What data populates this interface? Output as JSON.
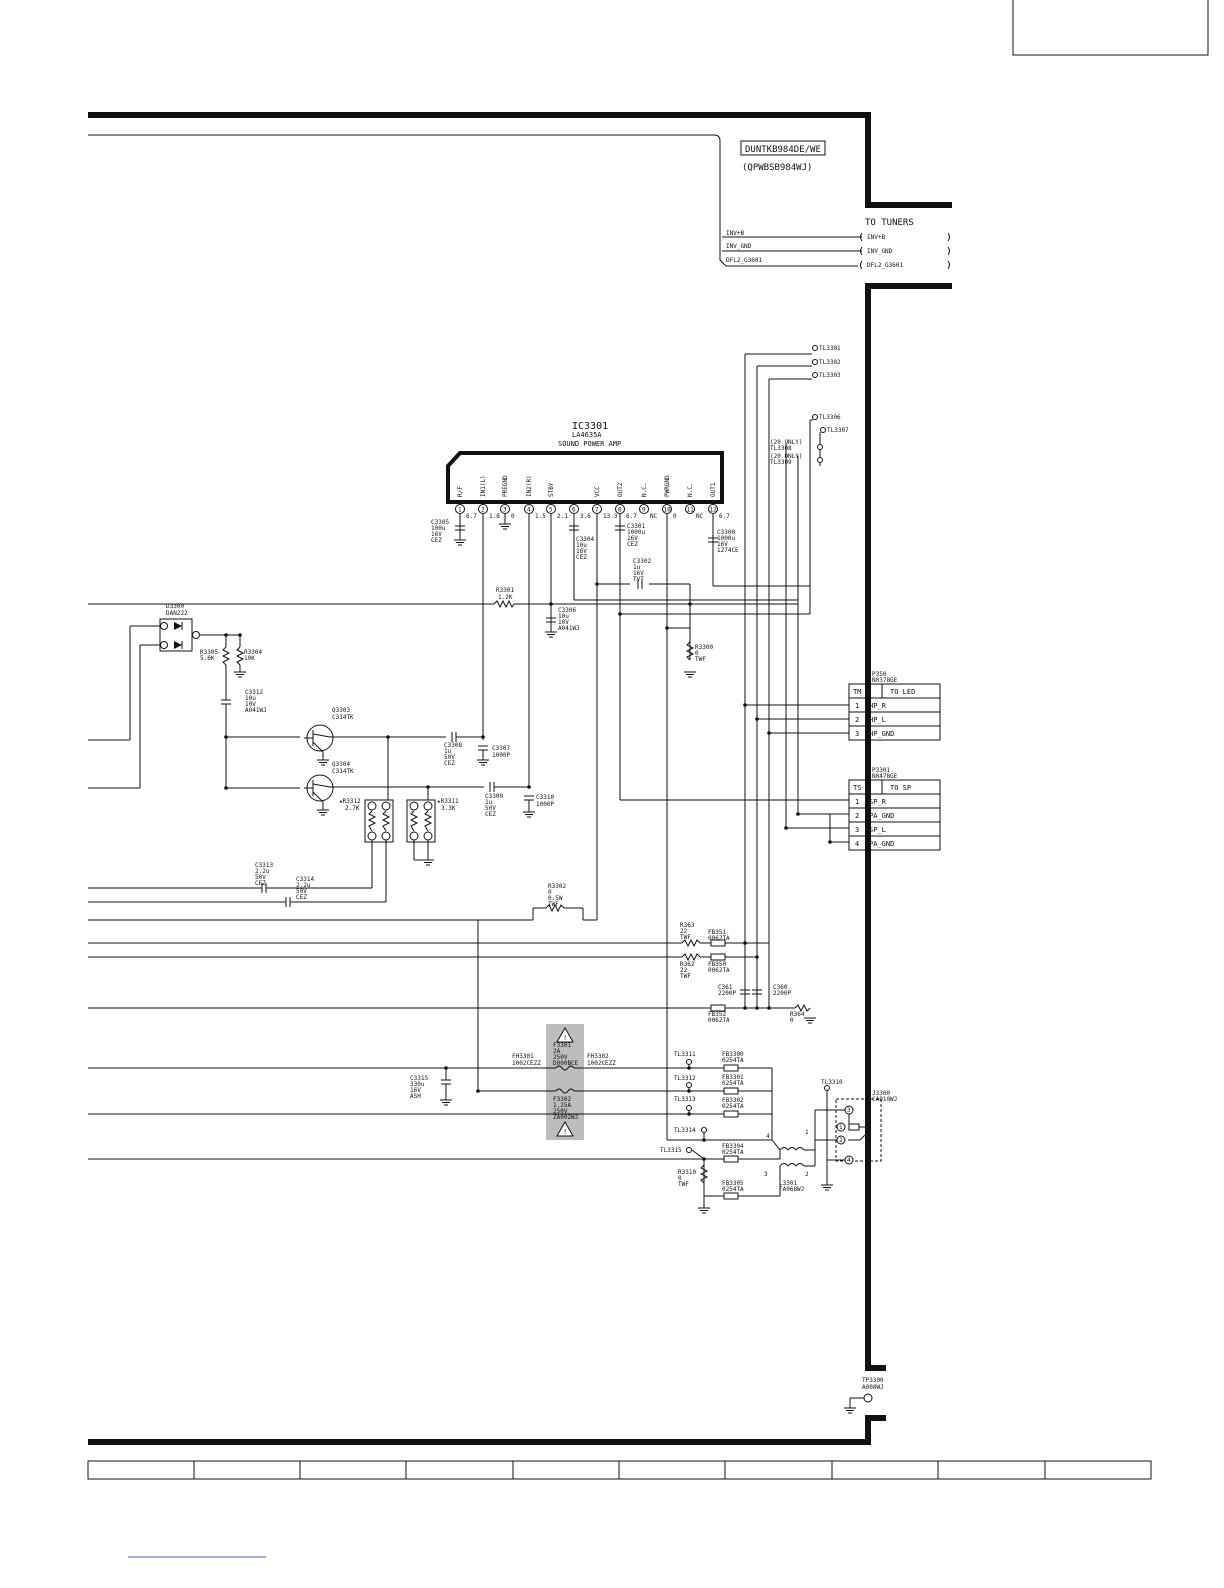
{
  "model_box": "DUNTKB984DE/WE",
  "board_code": "(QPWBSB984WJ)",
  "tuner_connector": {
    "title": "TO TUNERS",
    "signals": [
      "INV+B",
      "INV_GND",
      "DFL2_G3601"
    ]
  },
  "ic": {
    "ref": "IC3301",
    "part": "LA4635A",
    "desc": "SOUND POWER AMP",
    "pins": [
      {
        "num": "1",
        "name": "R/F",
        "v": "6.7"
      },
      {
        "num": "2",
        "name": "IN1(L)",
        "v": "1.8"
      },
      {
        "num": "3",
        "name": "PREGND",
        "v": "0"
      },
      {
        "num": "4",
        "name": "IN2(R)",
        "v": "1.5"
      },
      {
        "num": "5",
        "name": "STBY",
        "v": "2.1"
      },
      {
        "num": "6",
        "name": "",
        "v": "3.6"
      },
      {
        "num": "7",
        "name": "VCC",
        "v": "13.3"
      },
      {
        "num": "8",
        "name": "OUT2",
        "v": "6.7"
      },
      {
        "num": "9",
        "name": "N.C.",
        "v": "NC"
      },
      {
        "num": "10",
        "name": "PWRGND",
        "v": "0"
      },
      {
        "num": "11",
        "name": "N.C.",
        "v": "NC"
      },
      {
        "num": "12",
        "name": "OUT1",
        "v": "6.7"
      }
    ]
  },
  "test_points": [
    "TL3301",
    "TL3302",
    "TL3303",
    "TL3306",
    "TL3307",
    "TL3308",
    "TL3309",
    "TL3310",
    "TL3311",
    "TL3312",
    "TL3313",
    "TL3314",
    "TL3315"
  ],
  "dg_only_labels": [
    "(20 ONLY)",
    "(20 ONLY)"
  ],
  "components": {
    "c3305": [
      "C3305",
      "100u",
      "16V",
      "CEZ"
    ],
    "c3304": [
      "C3304",
      "10u",
      "16V",
      "CEZ"
    ],
    "c3301": [
      "C3301",
      "1000u",
      "16V",
      "CEZ"
    ],
    "c3300": [
      "C3300",
      "1000u",
      "16V",
      "1274CE"
    ],
    "c3302": [
      "C3302",
      "1u",
      "16V",
      "TVT"
    ],
    "r3301": [
      "R3301",
      "1.2K"
    ],
    "c3306": [
      "C3306",
      "10u",
      "10V",
      "A041WJ"
    ],
    "r3300": [
      "R3300",
      "0",
      "TWF"
    ],
    "d3300": [
      "D3300",
      "DAN222"
    ],
    "r3305": [
      "R3305",
      "5.6K"
    ],
    "r3304": [
      "R3304",
      "10K"
    ],
    "c3312": [
      "C3312",
      "10u",
      "10V",
      "A041WJ"
    ],
    "q3303": [
      "Q3303",
      "C314TK"
    ],
    "q3304": [
      "Q3304",
      "C314TK"
    ],
    "c3308": [
      "C3308",
      "1u",
      "50V",
      "CEZ"
    ],
    "c3307": [
      "C3307",
      "1000P"
    ],
    "c3309": [
      "C3309",
      "1u",
      "50V",
      "CEZ"
    ],
    "c3310": [
      "C3310",
      "1000P"
    ],
    "r3312": [
      "★R3312",
      "2.7K"
    ],
    "r3311": [
      "★R3311",
      "3.3K"
    ],
    "c3313": [
      "C3313",
      "2.2u",
      "50V",
      "CEZ"
    ],
    "c3314": [
      "C3314",
      "2.2u",
      "50V",
      "CEZ"
    ],
    "r3302": [
      "R3302",
      "0",
      "0.5W",
      "TWF"
    ],
    "r363": [
      "R363",
      "22",
      "TWF"
    ],
    "r362": [
      "R362",
      "22",
      "TWF"
    ],
    "fb351": [
      "FB351",
      "0062TA"
    ],
    "fb350": [
      "FB350",
      "0062TA"
    ],
    "c361": [
      "C361",
      "2200P"
    ],
    "c360": [
      "C360",
      "2200P"
    ],
    "fb352": [
      "FB352",
      "0062TA"
    ],
    "r364": [
      "R364",
      "0"
    ],
    "f3301": [
      "F3301",
      "2A",
      "250V",
      "D000BCE"
    ],
    "f3302": [
      "F3302",
      "1.25A",
      "250V",
      "ZA002WJ"
    ],
    "fh3301": [
      "FH3301",
      "1002CEZZ"
    ],
    "fh3302": [
      "FH3302",
      "1002CEZZ"
    ],
    "c3315": [
      "C3315",
      "330u",
      "16V",
      "ASH"
    ],
    "fb3300": [
      "FB3300",
      "0254TA"
    ],
    "fb3301": [
      "FB3301",
      "0254TA"
    ],
    "fb3302": [
      "FB3302",
      "0254TA"
    ],
    "fb3304": [
      "FB3304",
      "0254TA"
    ],
    "fb3305": [
      "FB3305",
      "0254TA"
    ],
    "r3310": [
      "R3310",
      "0",
      "TWF"
    ],
    "l3301": [
      "L3301",
      "FA068WJ"
    ],
    "j3300": [
      "J3300",
      "CA010WJ"
    ],
    "tp3300": [
      "TP3300",
      "A008WJ"
    ]
  },
  "p350": {
    "ref": "P350",
    "part": "N0378GE",
    "head_left": "TM",
    "head_right": "TO LED",
    "rows": [
      {
        "n": "1",
        "sig": "HP_R"
      },
      {
        "n": "2",
        "sig": "HP_L"
      },
      {
        "n": "3",
        "sig": "HP_GND"
      }
    ]
  },
  "p3301": {
    "ref": "P3301",
    "part": "N0478GE",
    "head_left": "TS",
    "head_right": "TO SP",
    "rows": [
      {
        "n": "1",
        "sig": "SP_R"
      },
      {
        "n": "2",
        "sig": "PA_GND"
      },
      {
        "n": "3",
        "sig": "SP_L"
      },
      {
        "n": "4",
        "sig": "PA_GND"
      }
    ]
  },
  "pin_numbers": {
    "one": "1",
    "two": "2",
    "three": "3",
    "four": "4",
    "five": "5",
    "six": "6"
  }
}
